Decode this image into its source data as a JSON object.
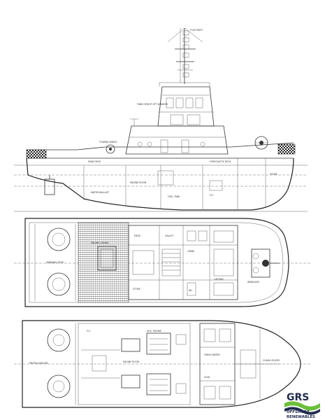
{
  "profile": {
    "labels": [
      "FLAG MAST",
      "TANK HEIGHT\nAFT WINDOW",
      "MAIN DECK",
      "FORECASTLE DECK",
      "TOWING WINCH",
      "ENGINE ROOM",
      "FUEL TANK",
      "WATER BALLAST",
      "F.O.",
      "STORE"
    ]
  },
  "main_deck": {
    "labels": [
      "SPINNING DECK",
      "MESS",
      "GALLEY",
      "CABIN",
      "CAPTAIN",
      "STORE",
      "WC",
      "ENGINE CASING",
      "WINDLASS"
    ]
  },
  "tank_top": {
    "labels": [
      "PROPULSION RM",
      "F.O.",
      "ENGINE ROOM",
      "AUX. ENGINE",
      "FRESH WATER",
      "VOID",
      "CHAIN LOCKER"
    ]
  },
  "logo": {
    "name": "GRS",
    "line1": "OFFSHORE",
    "line2": "RENEWABLES",
    "colors": {
      "text": "#1f2a4d",
      "wave_green": "#6bbf3a",
      "wave_dark": "#1f2a4d"
    }
  }
}
